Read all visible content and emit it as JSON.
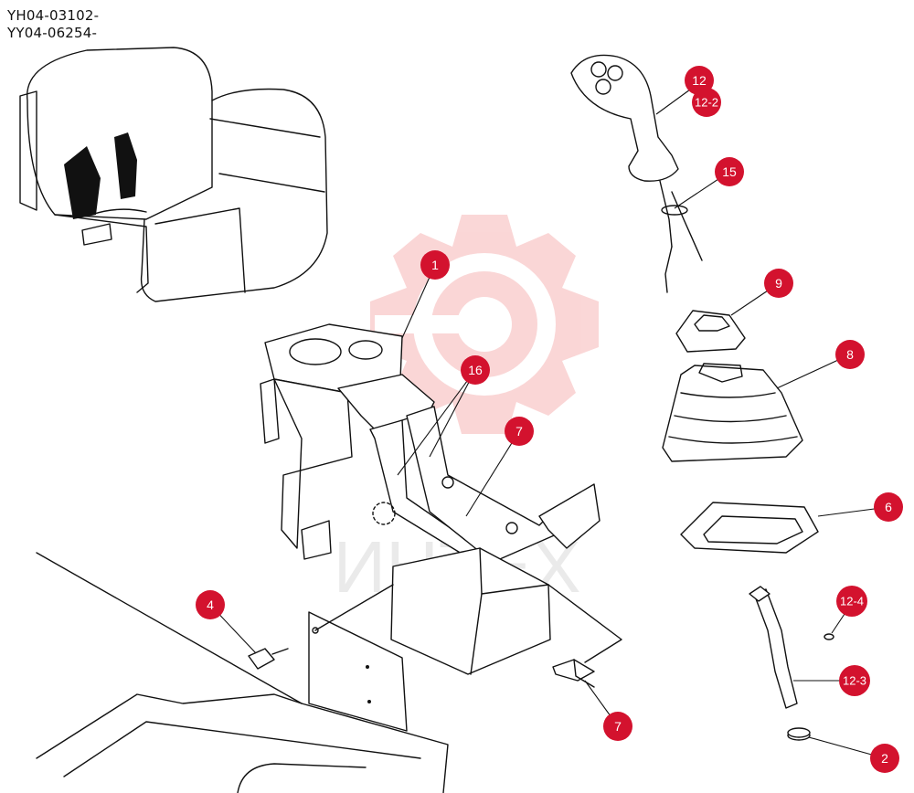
{
  "header": {
    "code_1": "YH04-03102-",
    "code_2": "YY04-06254-"
  },
  "watermark": {
    "text": "ИНТЕХ",
    "color": "#f08a8a"
  },
  "callout_color": "#d3122e",
  "callouts": [
    {
      "id": "c1",
      "label": "1"
    },
    {
      "id": "c2",
      "label": "2"
    },
    {
      "id": "c4",
      "label": "4"
    },
    {
      "id": "c6",
      "label": "6"
    },
    {
      "id": "c7a",
      "label": "7"
    },
    {
      "id": "c7b",
      "label": "7"
    },
    {
      "id": "c8",
      "label": "8"
    },
    {
      "id": "c9",
      "label": "9"
    },
    {
      "id": "c12",
      "label": "12"
    },
    {
      "id": "c122",
      "label": "12-2"
    },
    {
      "id": "c123",
      "label": "12-3"
    },
    {
      "id": "c124",
      "label": "12-4"
    },
    {
      "id": "c15",
      "label": "15"
    },
    {
      "id": "c16",
      "label": "16"
    }
  ]
}
